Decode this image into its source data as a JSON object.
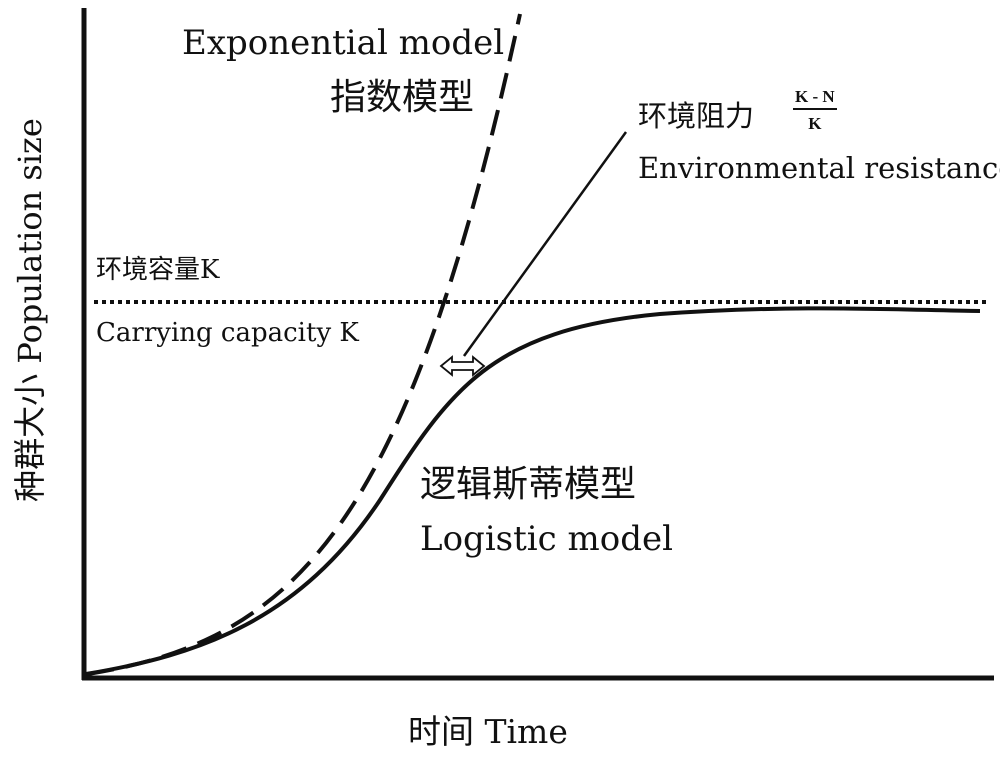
{
  "axes": {
    "y_label": "种群大小 Population size",
    "x_label": "时间 Time"
  },
  "labels": {
    "exponential_en": "Exponential model",
    "exponential_zh": "指数模型",
    "resistance_zh": "环境阻力",
    "resistance_frac_num": "K - N",
    "resistance_frac_den": "K",
    "resistance_en": "Environmental resistance",
    "capacity_zh": "环境容量K",
    "capacity_en": "Carrying capacity K",
    "logistic_zh": "逻辑斯蒂模型",
    "logistic_en": "Logistic model"
  },
  "colors": {
    "ink": "#111111",
    "background": "#ffffff"
  }
}
